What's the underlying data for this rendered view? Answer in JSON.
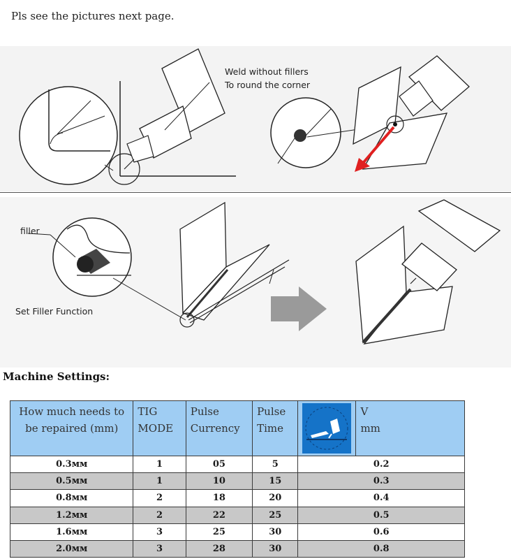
{
  "intro": "Pls see the pictures next page.",
  "figure_top": {
    "label_line1": "Weld without fillers",
    "label_line2": "To round the corner"
  },
  "figure_bottom": {
    "filler_label": "filler",
    "caption": "Set Filler Function"
  },
  "heading": "Machine Settings:",
  "table": {
    "headers": {
      "repair": "How much needs to be repaired (mm)",
      "tig_mode": "TIG MODE",
      "pulse_currency": "Pulse Currency",
      "pulse_time": "Pulse Time",
      "icon": "weld-torch-icon",
      "v": "V",
      "v_unit": "mm"
    },
    "rows": [
      {
        "repair": "0.3мм",
        "tig": "1",
        "current": "05",
        "time": "5",
        "v": "0.2"
      },
      {
        "repair": "0.5мм",
        "tig": "1",
        "current": "10",
        "time": "15",
        "v": "0.3"
      },
      {
        "repair": "0.8мм",
        "tig": "2",
        "current": "18",
        "time": "20",
        "v": "0.4"
      },
      {
        "repair": "1.2мм",
        "tig": "2",
        "current": "22",
        "time": "25",
        "v": "0.5"
      },
      {
        "repair": "1.6мм",
        "tig": "3",
        "current": "25",
        "time": "30",
        "v": "0.6"
      },
      {
        "repair": "2.0мм",
        "tig": "3",
        "current": "28",
        "time": "30",
        "v": "0.8"
      }
    ],
    "header_color": "#9fcdf3",
    "shade_color": "#c8c8c8",
    "icon_color": "#1573c8"
  },
  "colors": {
    "arrow_red": "#e02020",
    "arrow_grey": "#9a9a9a"
  }
}
